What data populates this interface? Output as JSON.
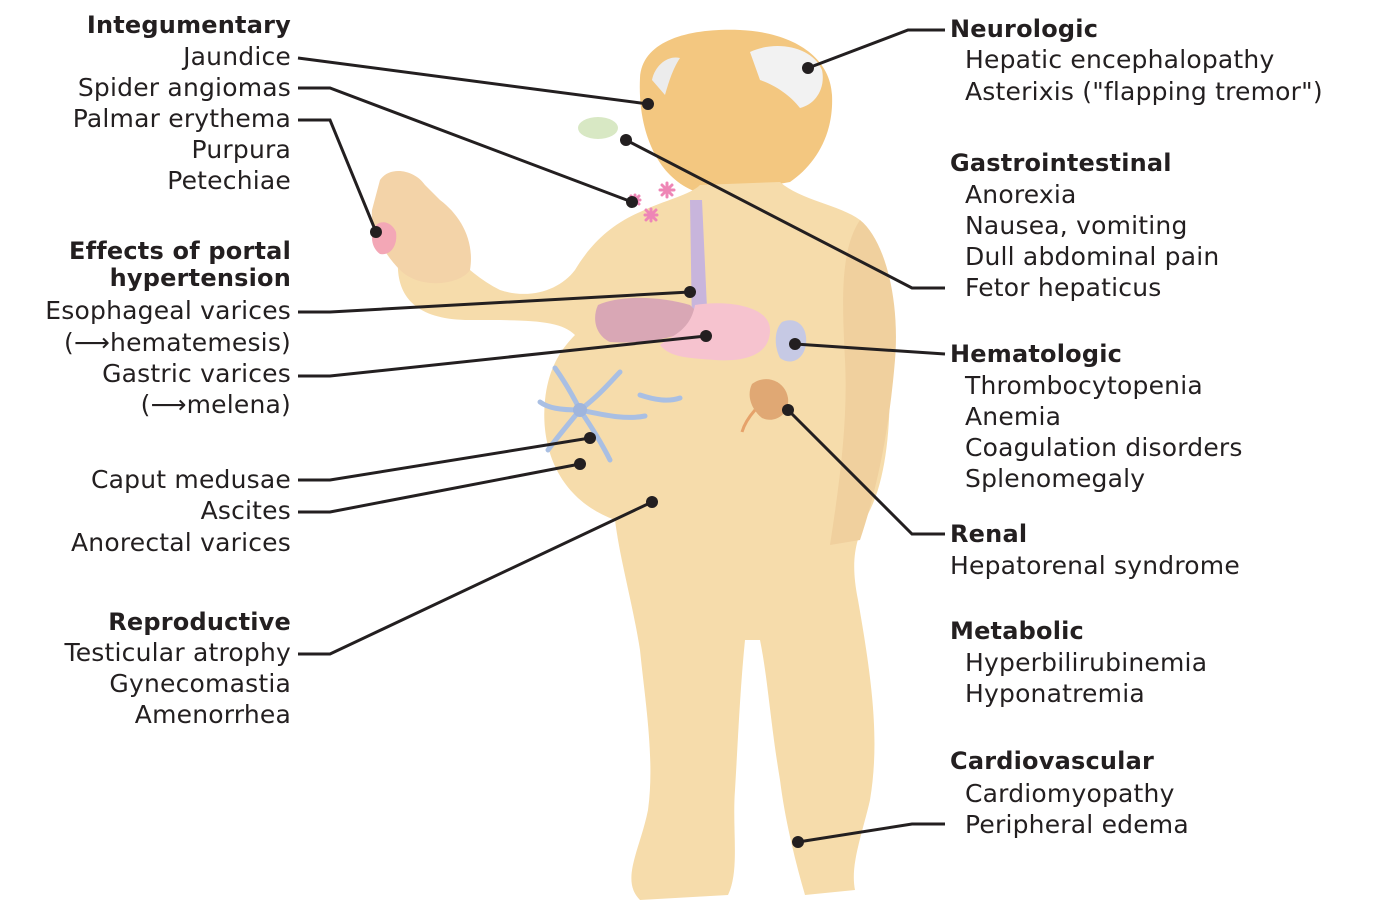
{
  "left_groups": {
    "integumentary": {
      "heading": "Integumentary",
      "items": [
        "Jaundice",
        "Spider angiomas",
        "Palmar erythema",
        "Purpura",
        "Petechiae"
      ]
    },
    "portal": {
      "heading_line1": "Effects of portal",
      "heading_line2": "hypertension",
      "esophageal": "Esophageal varices",
      "hematemesis": "hematemesis)",
      "gastric": "Gastric varices",
      "melena": "melena)",
      "items2": [
        "Caput medusae",
        "Ascites",
        "Anorectal varices"
      ]
    },
    "reproductive": {
      "heading": "Reproductive",
      "items": [
        "Testicular atrophy",
        "Gynecomastia",
        "Amenorrhea"
      ]
    }
  },
  "right_groups": {
    "neurologic": {
      "heading": "Neurologic",
      "items": [
        "Hepatic encephalopathy",
        "Asterixis (\"flapping tremor\")"
      ]
    },
    "gastrointestinal": {
      "heading": "Gastrointestinal",
      "items": [
        "Anorexia",
        "Nausea, vomiting",
        "Dull abdominal pain",
        "Fetor hepaticus"
      ]
    },
    "hematologic": {
      "heading": "Hematologic",
      "items": [
        "Thrombocytopenia",
        "Anemia",
        "Coagulation disorders",
        "Splenomegaly"
      ]
    },
    "renal": {
      "heading": "Renal",
      "items": [
        "Hepatorenal syndrome"
      ]
    },
    "metabolic": {
      "heading": "Metabolic",
      "items": [
        "Hyperbilirubinemia",
        "Hyponatremia"
      ]
    },
    "cardiovascular": {
      "heading": "Cardiovascular",
      "items": [
        "Cardiomyopathy",
        "Peripheral edema"
      ]
    }
  },
  "colors": {
    "body": "#f6dcab",
    "head": "#f3c780",
    "hair": "#f2f2f2",
    "stomach": "#f6c3cf",
    "liver": "#d9a7b5",
    "varices": "#a9bfe3",
    "kidney": "#e0a874",
    "spleen": "#c6c9e4",
    "angioma": "#ee86b6",
    "line": "#231f20"
  }
}
